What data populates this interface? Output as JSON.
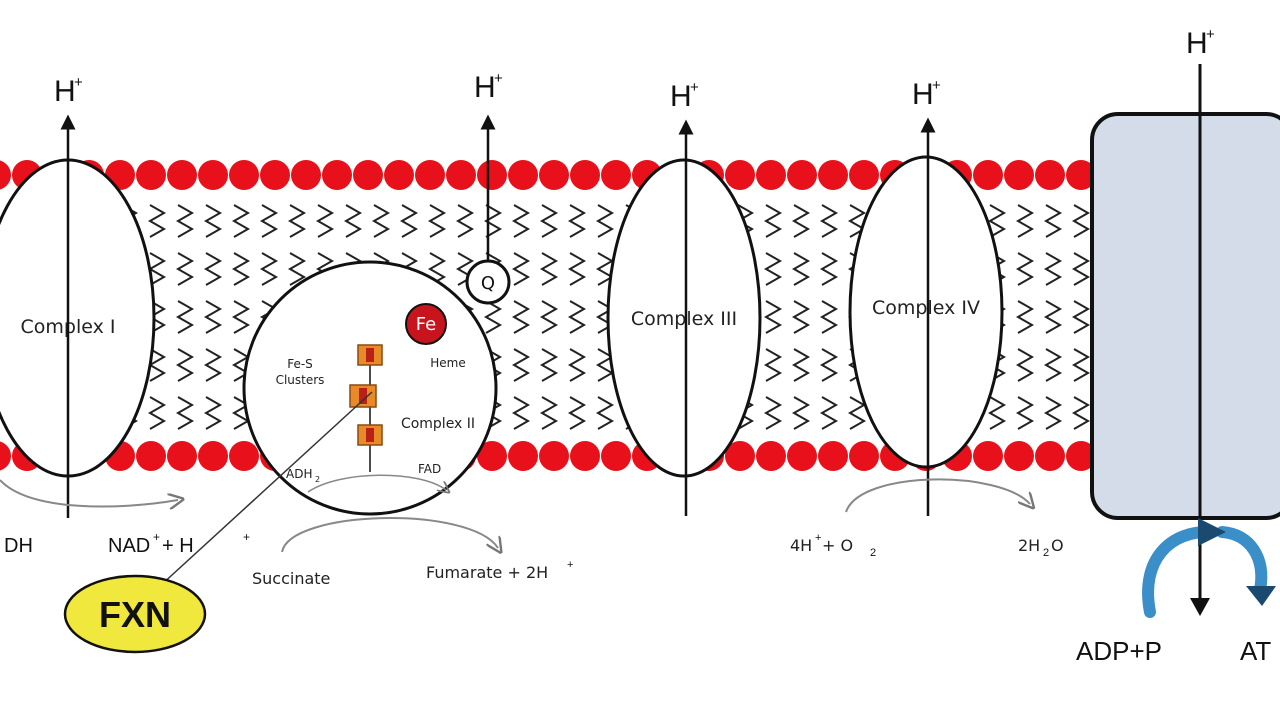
{
  "colors": {
    "head": "#e8101a",
    "atp_synthase": "#d3dce8",
    "fxn": "#f0e83c",
    "arrow_blue": "#3a8fc8",
    "fe_s_cluster": "#e88a28"
  },
  "labels": {
    "h_plus": "H",
    "plus_sup": "+",
    "complex_1": "Complex I",
    "complex_2": "Complex II",
    "complex_3": "Complex III",
    "complex_4": "Complex IV",
    "fe": "Fe",
    "heme": "Heme",
    "q": "Q",
    "fes_cluster_line1": "Fe-S",
    "fes_cluster_line2": "Clusters",
    "fadh2_partial": "ADH",
    "fadh2_sub": "2",
    "fad": "FAD",
    "nadh_partial": "DH",
    "nad_plus": "NAD",
    "nad_rest": " + H",
    "succinate": "Succinate",
    "fumarate": "Fumarate + 2H",
    "o2_left": "4H",
    "o2_mid": " + O",
    "o2_sub": "2",
    "water": "2H",
    "water_sub": "2",
    "water_end": "O",
    "fxn": "FXN",
    "adp": "ADP+P",
    "atp_partial": "AT"
  }
}
